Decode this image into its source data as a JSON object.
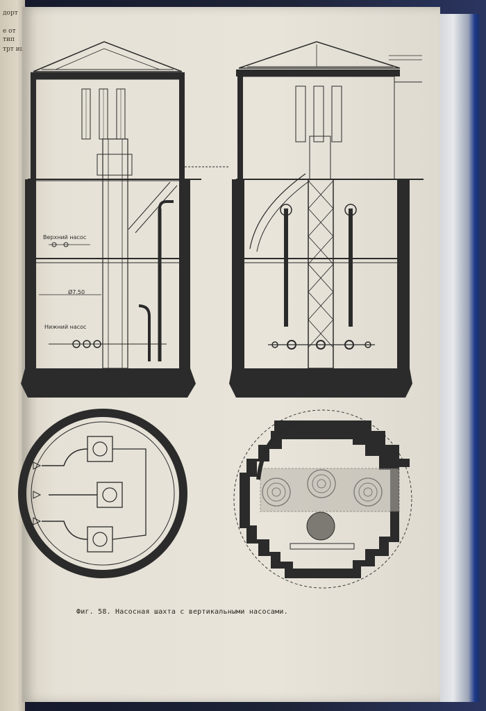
{
  "page": {
    "caption": "Фиг. 58. Насосная шахта с вертикальными насосами.",
    "left_page_fragments": [
      "дорт",
      "е от",
      "тип",
      "трт иц"
    ],
    "drawing_labels": {
      "upper_pump": "Верхний насос",
      "lower_pump": "Нижний насос",
      "dimension": "Ø7.50"
    }
  },
  "colors": {
    "paper": "#e6e1d6",
    "ink": "#2a2a2a",
    "cover_blue": "#1f3a8a",
    "background": "#1a1f2e"
  }
}
